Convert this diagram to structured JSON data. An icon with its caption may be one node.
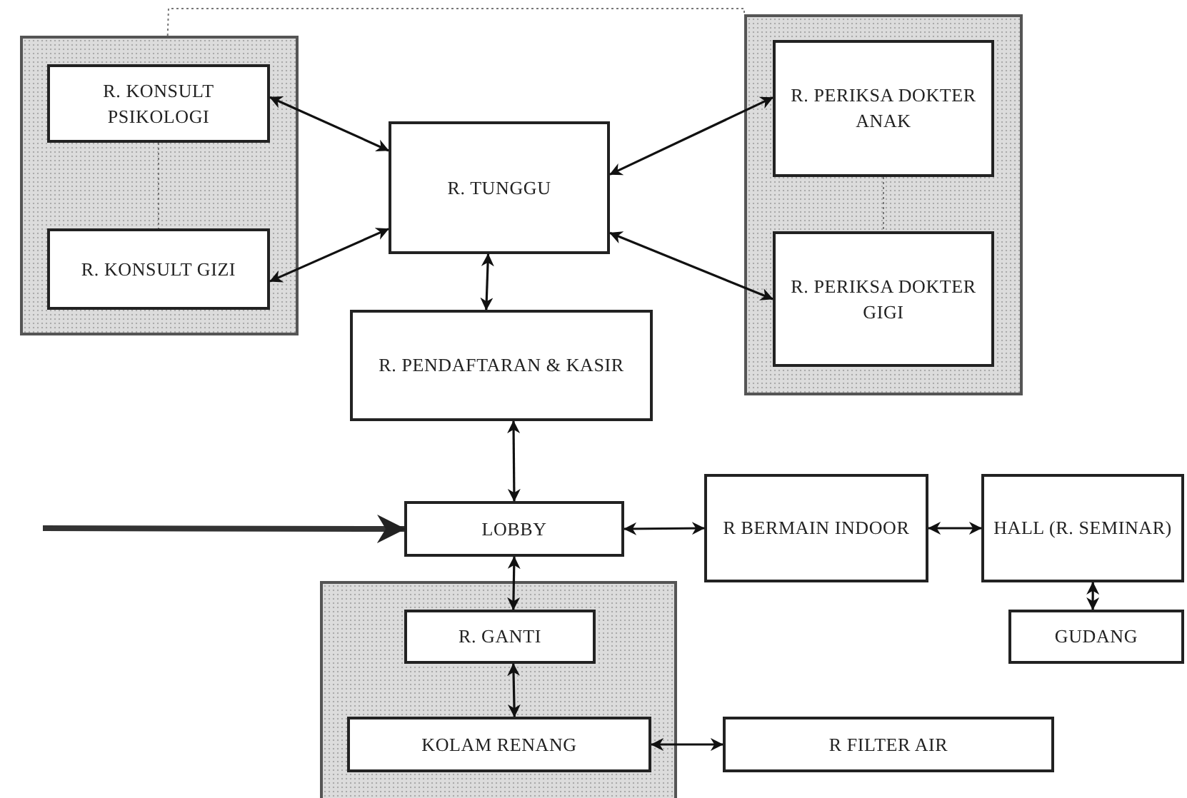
{
  "diagram": {
    "nodes": [
      {
        "text": [],
        "shape": "box"
      },
      {
        "text": [
          "R. KONSULT PSIKOLOGI"
        ],
        "in": 0
      },
      {
        "text": [
          "R. KONSULT GIZI"
        ],
        "in": 0
      },
      {
        "text": [
          "R. TUNGGU"
        ]
      },
      {
        "text": [],
        "shape": "box"
      },
      {
        "text": [
          "R. PERIKSA DOKTER ANAK"
        ],
        "in": 4
      },
      {
        "text": [
          "R. PERIKSA DOKTER GIGI"
        ],
        "in": 4
      },
      {
        "text": [
          "R. PENDAFTARAN & KASIR"
        ]
      },
      {
        "text": [
          "LOBBY"
        ]
      },
      {
        "text": [
          "R BERMAIN INDOOR"
        ]
      },
      {
        "text": [
          "HALL (R. SEMINAR)"
        ]
      },
      {
        "text": [
          "GUDANG"
        ]
      },
      {
        "text": [],
        "shape": "box"
      },
      {
        "text": [
          "R. GANTI"
        ],
        "in": 12
      },
      {
        "text": [
          "KOLAM RENANG"
        ],
        "in": 12
      },
      {
        "text": [
          "R FILTER AIR"
        ]
      }
    ],
    "edges": [
      {
        "from": null,
        "to": 8,
        "arrow": "to",
        "style": "thick"
      },
      {
        "from": 1,
        "to": 3,
        "arrow": "both"
      },
      {
        "from": 2,
        "to": 3,
        "arrow": "both"
      },
      {
        "from": 3,
        "to": 5,
        "arrow": "both"
      },
      {
        "from": 3,
        "to": 6,
        "arrow": "both"
      },
      {
        "from": 3,
        "to": 7,
        "arrow": "both"
      },
      {
        "from": 7,
        "to": 8,
        "arrow": "both"
      },
      {
        "from": 8,
        "to": 9,
        "arrow": "both"
      },
      {
        "from": 9,
        "to": 10,
        "arrow": "both"
      },
      {
        "from": 10,
        "to": 11,
        "arrow": "both"
      },
      {
        "from": 8,
        "to": 13,
        "arrow": "both"
      },
      {
        "from": 13,
        "to": 14,
        "arrow": "both"
      },
      {
        "from": 14,
        "to": 15,
        "arrow": "both"
      },
      {
        "from": 0,
        "to": 4,
        "arrow": "none",
        "style": "dashed",
        "color": "#777777"
      },
      {
        "from": 1,
        "to": 2,
        "arrow": "none",
        "style": "dashed",
        "color": "#777777"
      },
      {
        "from": 5,
        "to": 6,
        "arrow": "none",
        "style": "dashed",
        "color": "#777777"
      }
    ]
  }
}
